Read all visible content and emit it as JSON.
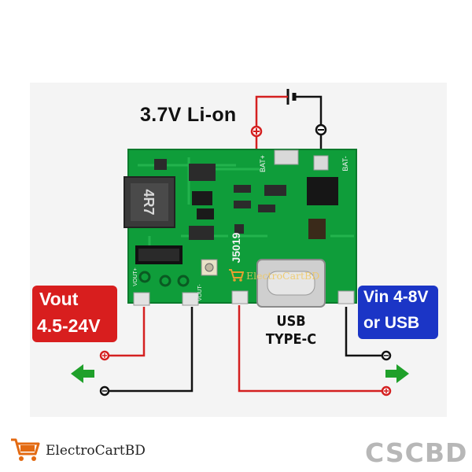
{
  "battery": {
    "label": "3.7V Li-on",
    "plus": "+",
    "minus": "−"
  },
  "output": {
    "line1": "Vout",
    "line2": "4.5-24V",
    "color": "#d81e1e"
  },
  "input": {
    "line1": "Vin 4-8V",
    "line2": "or USB",
    "color": "#1b35c6"
  },
  "usb": {
    "line1": "USB",
    "line2": "TYPE-C"
  },
  "board": {
    "color": "#0f9d3a",
    "inductor_marking": "4R7",
    "chip_marking": "J5019",
    "pad_bat_plus": "BAT+",
    "pad_bat_minus": "BAT-",
    "pad_vout_plus": "VOUT+",
    "pad_vout_minus": "VOUT-"
  },
  "branding": {
    "store_name": "ElectroCartBD",
    "watermark_logo": "CSCBD",
    "overlay_text": "ElectroCartBD"
  },
  "wire_colors": {
    "positive": "#d42020",
    "negative": "#111111"
  },
  "arrow_color": "#1fa02a"
}
